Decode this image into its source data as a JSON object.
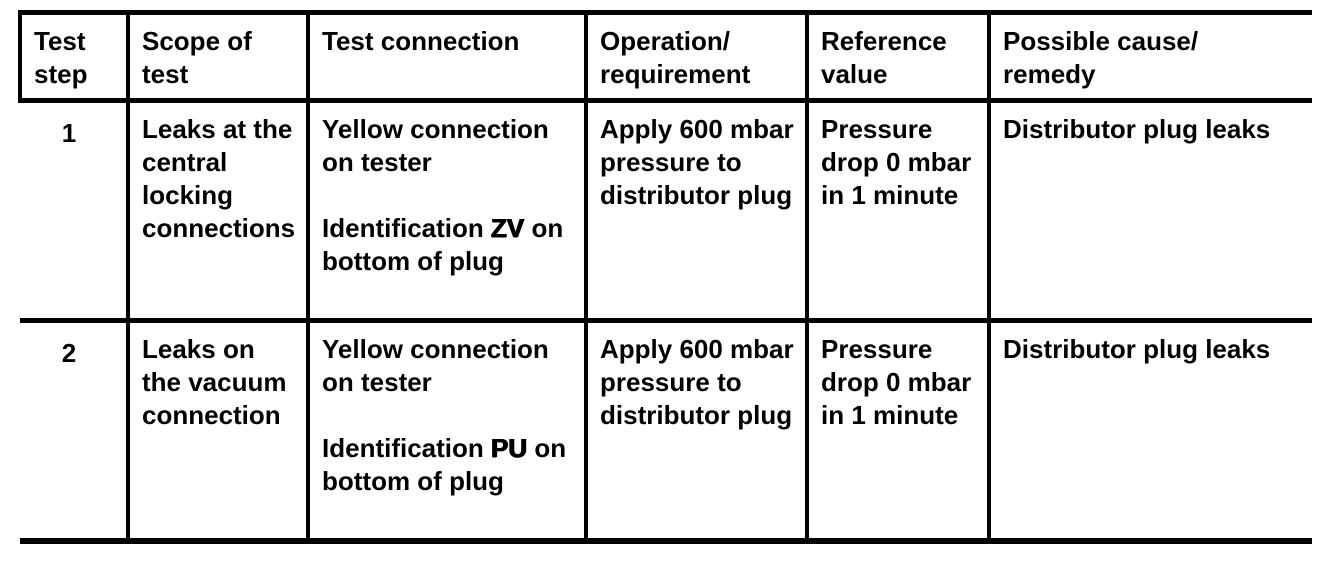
{
  "colors": {
    "ink": "#000000",
    "paper": "#ffffff"
  },
  "table": {
    "columns": [
      {
        "label": "Test\nstep"
      },
      {
        "label": "Scope of\ntest"
      },
      {
        "label": "Test connection"
      },
      {
        "label": "Operation/\nrequirement"
      },
      {
        "label": "Reference\nvalue"
      },
      {
        "label": "Possible cause/\nremedy"
      }
    ],
    "rows": [
      {
        "test_step": "1",
        "scope": "Leaks at the\ncentral\nlocking\nconnections",
        "connection_para1": "Yellow connection\non tester",
        "connection_id_prefix": "Identification ",
        "connection_id_code": "ZV",
        "connection_id_suffix": " on\nbottom of plug",
        "operation": "Apply 600 mbar\npressure to\ndistributor plug",
        "reference": "Pressure\ndrop 0 mbar\nin 1 minute",
        "cause": "Distributor plug leaks"
      },
      {
        "test_step": "2",
        "scope": "Leaks on\nthe vacuum\nconnection",
        "connection_para1": "Yellow connection\non tester",
        "connection_id_prefix": "Identification ",
        "connection_id_code": "PU",
        "connection_id_suffix": " on\nbottom of plug",
        "operation": "Apply 600 mbar\npressure to\ndistributor plug",
        "reference": "Pressure\ndrop 0 mbar\nin 1 minute",
        "cause": "Distributor plug leaks"
      }
    ]
  }
}
